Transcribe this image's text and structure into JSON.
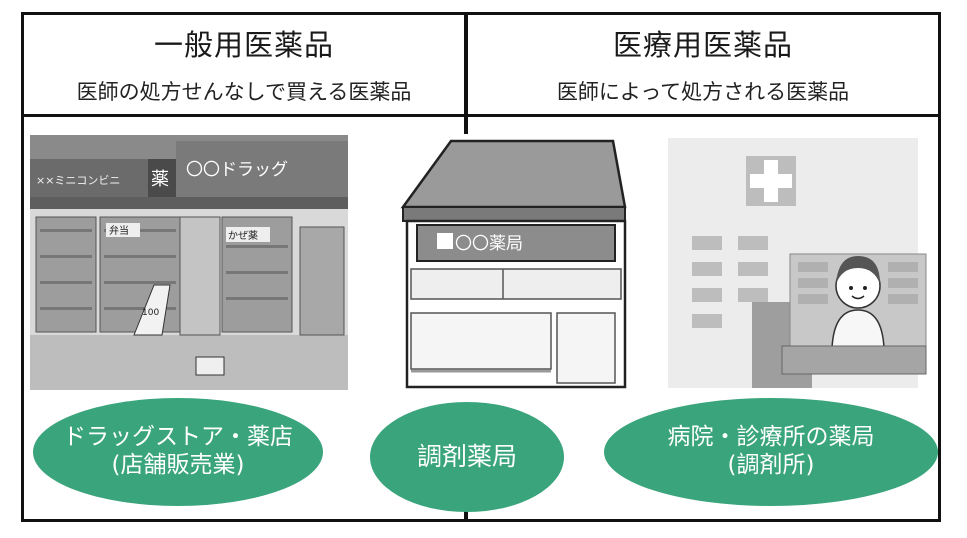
{
  "left_panel": {
    "title": "一般用医薬品",
    "subtitle": "医師の処方せんなしで買える医薬品"
  },
  "right_panel": {
    "title": "医療用医薬品",
    "subtitle": "医師によって処方される医薬品"
  },
  "scenes": {
    "drugstore": {
      "sign_small": "××ミニコンビニ",
      "sign_kanji": "薬",
      "sign_main": "〇〇ドラッグ",
      "tag_bento": "弁当",
      "tag_cold": "かぜ薬",
      "board_text": "100"
    },
    "pharmacy": {
      "sign": "〇〇薬局"
    },
    "hospital": {}
  },
  "labels": {
    "drugstore": {
      "line1": "ドラッグストア・薬店",
      "line2": "(店舗販売業)"
    },
    "pharmacy": {
      "line1": "調剤薬局"
    },
    "hospital": {
      "line1": "病院・診療所の薬局",
      "line2": "(調剤所)"
    }
  },
  "colors": {
    "label_green": "#3aa57d",
    "border": "#111111"
  }
}
